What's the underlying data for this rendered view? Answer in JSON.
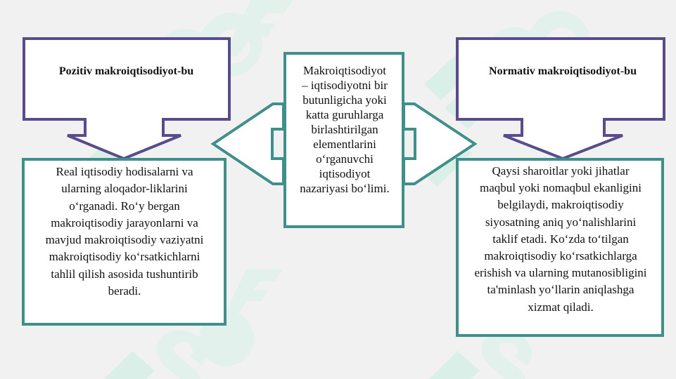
{
  "diagram": {
    "center_box": {
      "text": "Makroiqtisodiyot\n– iqtisodiyotni bir\nbutunligicha yoki\nkatta guruhlarga\nbirlashtirilgan\nelementlarini\no‘rganuvchi\niqtisodiyot\nnazariyasi bo‘limi."
    },
    "left_branch": {
      "title": "Pozitiv makroiqtisodiyot-bu",
      "description": "Real iqtisodiy hodisalarni va\nularning aloqador-liklarini\no‘rganadi. Ro‘y bergan\nmakroiqtisodiy jarayonlarni va\nmavjud makroiqtisodiy vaziyatni\nmakroiqtisodiy ko‘rsatkichlarni\ntahlil qilish asosida tushuntirib\nberadi."
    },
    "right_branch": {
      "title": "Normativ makroiqtisodiyot-bu",
      "description": "Qaysi sharoitlar  yoki jihatlar\nmaqbul yoki nomaqbul  ekanligini\nbelgilaydi, makroiqtisodiy\nsiyosatning aniq yo‘nalishlarini\ntaklif etadi.  Ko‘zda to‘tilgan\nmakroiqtisodiy ko‘rsatkichlarga\nerishish va ularning mutanosibligini\nta'minlash yo‘llarin aniqlashga\nxizmat qiladi."
    }
  },
  "colors": {
    "background": "#f1f1f1",
    "purple_outline": "#5a4b8c",
    "teal_outline": "#3f8f8b",
    "fill": "#ffffff",
    "text": "#111111",
    "watermark": "#d4ece3"
  },
  "icons": {
    "watermark_left": "watermark-logo-icon",
    "watermark_right": "watermark-logo-icon"
  }
}
